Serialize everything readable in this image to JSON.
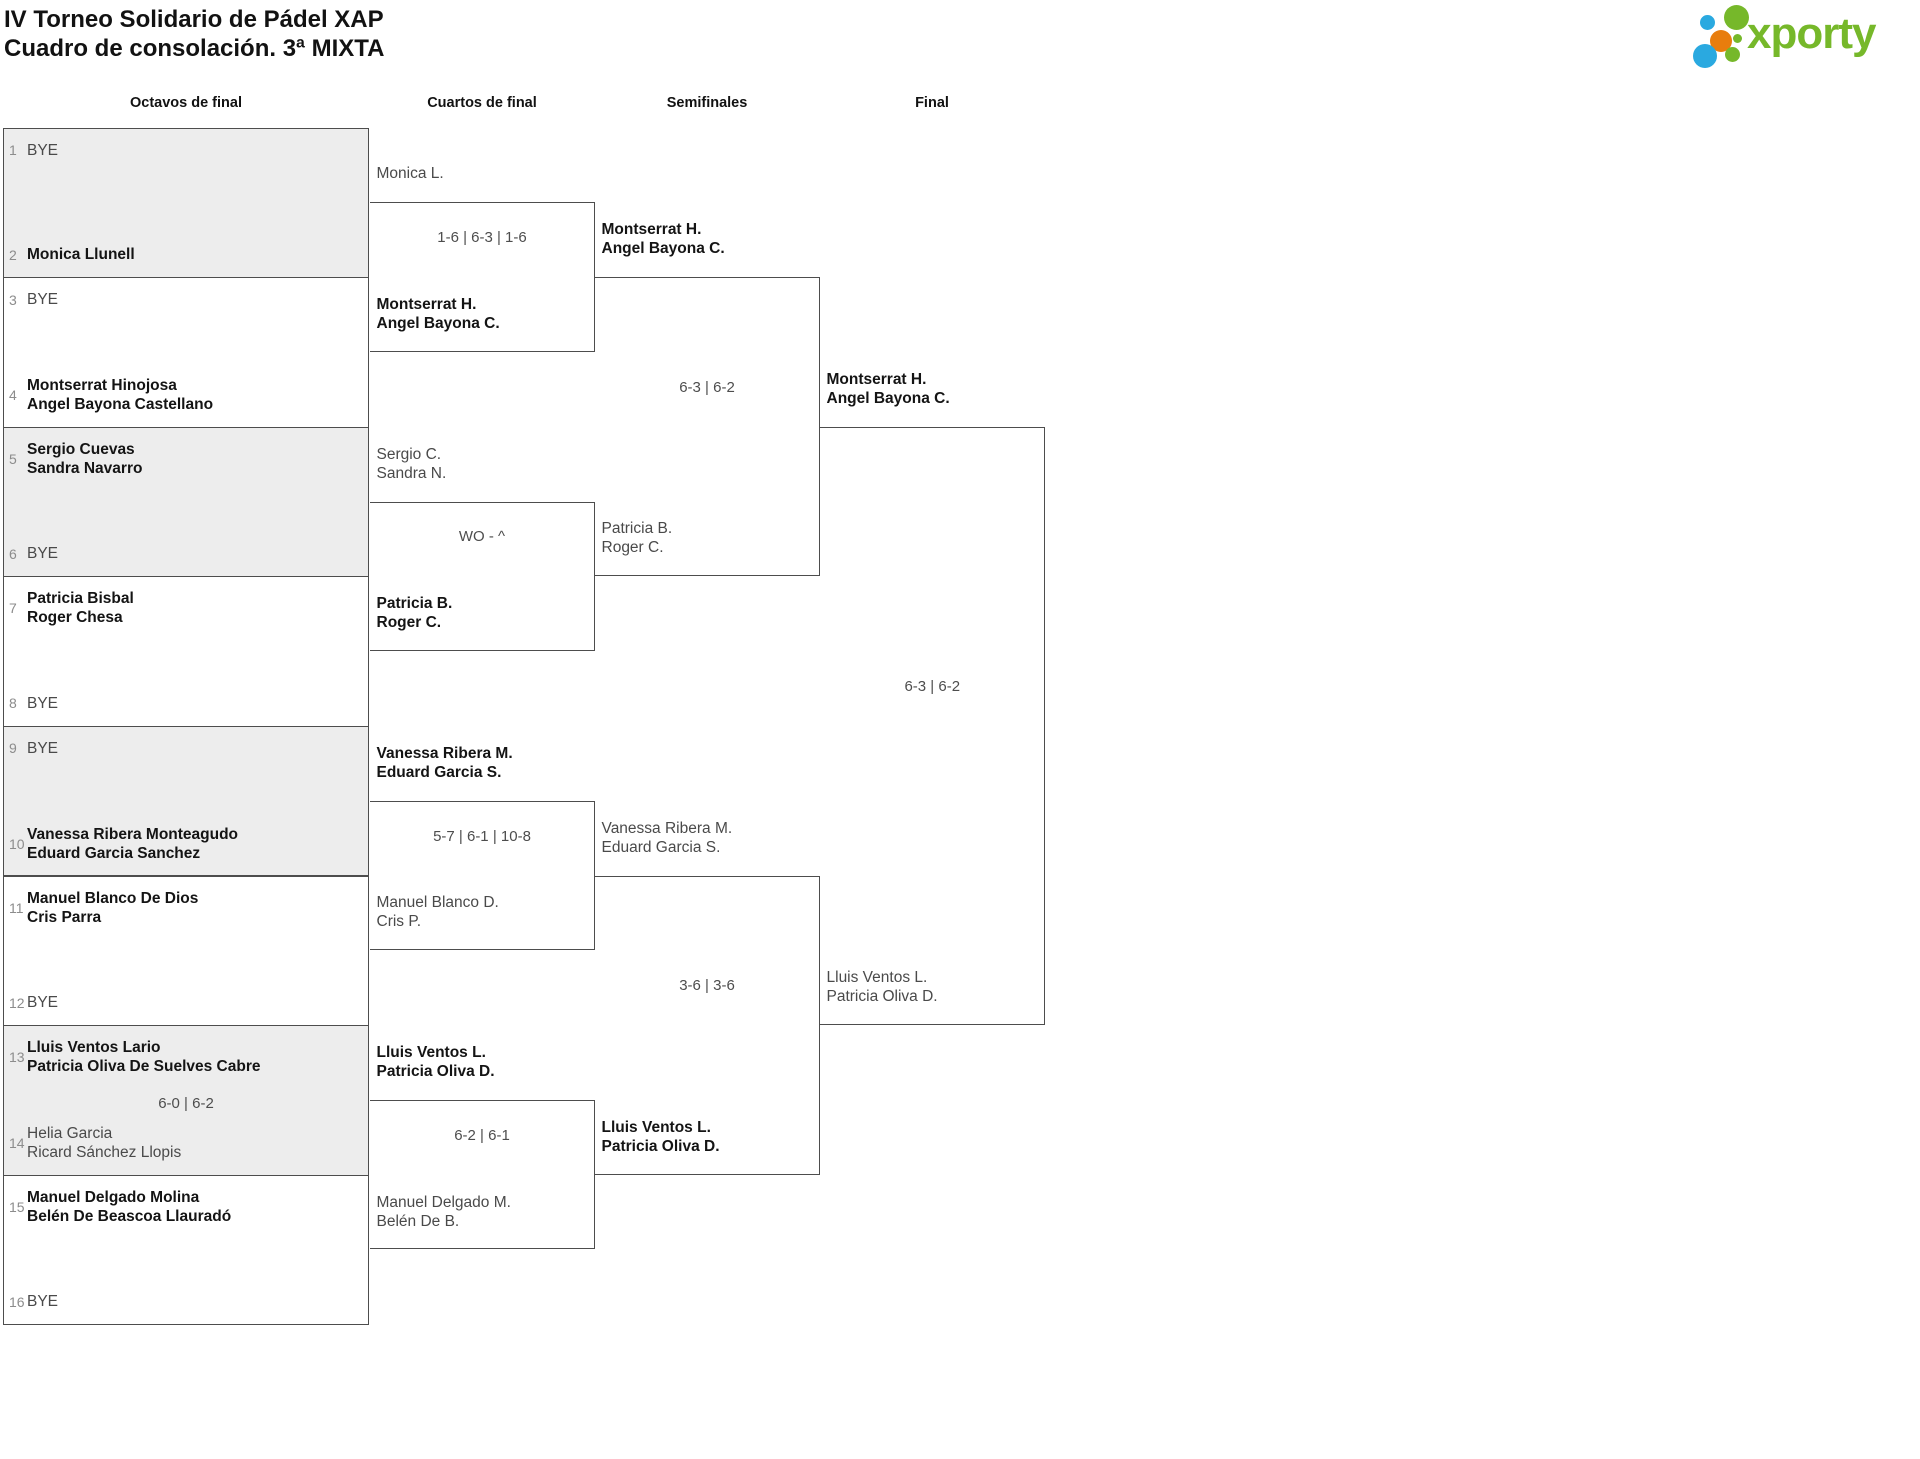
{
  "title": {
    "line1": "IV Torneo Solidario de Pádel XAP",
    "line2": "Cuadro de consolación. 3ª MIXTA"
  },
  "logo": {
    "text": "xporty",
    "green": "#76b82a",
    "blue": "#2aa9e0",
    "orange": "#e87d0d"
  },
  "round_headers": [
    "Octavos de final",
    "Cuartos de final",
    "Semifinales",
    "Final"
  ],
  "bracket": {
    "round_of_16": [
      {
        "top": {
          "seed": "1",
          "lines": [
            "BYE"
          ],
          "winner": false,
          "bye": true
        },
        "bottom": {
          "seed": "2",
          "lines": [
            "Monica Llunell"
          ],
          "winner": true,
          "bye": false
        },
        "score": ""
      },
      {
        "top": {
          "seed": "3",
          "lines": [
            "BYE"
          ],
          "winner": false,
          "bye": true
        },
        "bottom": {
          "seed": "4",
          "lines": [
            "Montserrat Hinojosa",
            "Angel Bayona Castellano"
          ],
          "winner": true,
          "bye": false
        },
        "score": ""
      },
      {
        "top": {
          "seed": "5",
          "lines": [
            "Sergio Cuevas",
            "Sandra Navarro"
          ],
          "winner": true,
          "bye": false
        },
        "bottom": {
          "seed": "6",
          "lines": [
            "BYE"
          ],
          "winner": false,
          "bye": true
        },
        "score": ""
      },
      {
        "top": {
          "seed": "7",
          "lines": [
            "Patricia Bisbal",
            "Roger Chesa"
          ],
          "winner": true,
          "bye": false
        },
        "bottom": {
          "seed": "8",
          "lines": [
            "BYE"
          ],
          "winner": false,
          "bye": true
        },
        "score": ""
      },
      {
        "top": {
          "seed": "9",
          "lines": [
            "BYE"
          ],
          "winner": false,
          "bye": true
        },
        "bottom": {
          "seed": "10",
          "lines": [
            "Vanessa Ribera Monteagudo",
            "Eduard Garcia Sanchez"
          ],
          "winner": true,
          "bye": false
        },
        "score": ""
      },
      {
        "top": {
          "seed": "11",
          "lines": [
            "Manuel Blanco De Dios",
            "Cris Parra"
          ],
          "winner": true,
          "bye": false
        },
        "bottom": {
          "seed": "12",
          "lines": [
            "BYE"
          ],
          "winner": false,
          "bye": true
        },
        "score": ""
      },
      {
        "top": {
          "seed": "13",
          "lines": [
            "Lluis Ventos Lario",
            "Patricia Oliva De Suelves Cabre"
          ],
          "winner": true,
          "bye": false
        },
        "bottom": {
          "seed": "14",
          "lines": [
            "Helia Garcia",
            "Ricard Sánchez Llopis"
          ],
          "winner": false,
          "bye": false
        },
        "score": "6-0 | 6-2"
      },
      {
        "top": {
          "seed": "15",
          "lines": [
            "Manuel Delgado Molina",
            "Belén De Beascoa Llauradó"
          ],
          "winner": true,
          "bye": false
        },
        "bottom": {
          "seed": "16",
          "lines": [
            "BYE"
          ],
          "winner": false,
          "bye": true
        },
        "score": ""
      }
    ],
    "quarterfinals": [
      {
        "top": {
          "lines": [
            "Monica L."
          ],
          "winner": false
        },
        "bottom": {
          "lines": [
            "Montserrat H.",
            "Angel Bayona C."
          ],
          "winner": true
        },
        "score": "1-6 | 6-3 | 1-6"
      },
      {
        "top": {
          "lines": [
            "Sergio C.",
            "Sandra N."
          ],
          "winner": false
        },
        "bottom": {
          "lines": [
            "Patricia B.",
            "Roger C."
          ],
          "winner": true
        },
        "score": "WO - ^"
      },
      {
        "top": {
          "lines": [
            "Vanessa Ribera M.",
            "Eduard Garcia S."
          ],
          "winner": true
        },
        "bottom": {
          "lines": [
            "Manuel Blanco D.",
            "Cris P."
          ],
          "winner": false
        },
        "score": "5-7 | 6-1 | 10-8"
      },
      {
        "top": {
          "lines": [
            "Lluis Ventos L.",
            "Patricia Oliva D."
          ],
          "winner": true
        },
        "bottom": {
          "lines": [
            "Manuel Delgado M.",
            "Belén De B."
          ],
          "winner": false
        },
        "score": "6-2 | 6-1"
      }
    ],
    "semifinals": [
      {
        "top": {
          "lines": [
            "Montserrat H.",
            "Angel Bayona C."
          ],
          "winner": true
        },
        "bottom": {
          "lines": [
            "Patricia B.",
            "Roger C."
          ],
          "winner": false
        },
        "score": "6-3 | 6-2"
      },
      {
        "top": {
          "lines": [
            "Vanessa Ribera M.",
            "Eduard Garcia S."
          ],
          "winner": false
        },
        "bottom": {
          "lines": [
            "Lluis Ventos L.",
            "Patricia Oliva D."
          ],
          "winner": true
        },
        "score": "3-6 | 3-6"
      }
    ],
    "final": [
      {
        "top": {
          "lines": [
            "Montserrat H.",
            "Angel Bayona C."
          ],
          "winner": true
        },
        "bottom": {
          "lines": [
            "Lluis Ventos L.",
            "Patricia Oliva D."
          ],
          "winner": false
        },
        "score": "6-3 | 6-2"
      }
    ]
  }
}
